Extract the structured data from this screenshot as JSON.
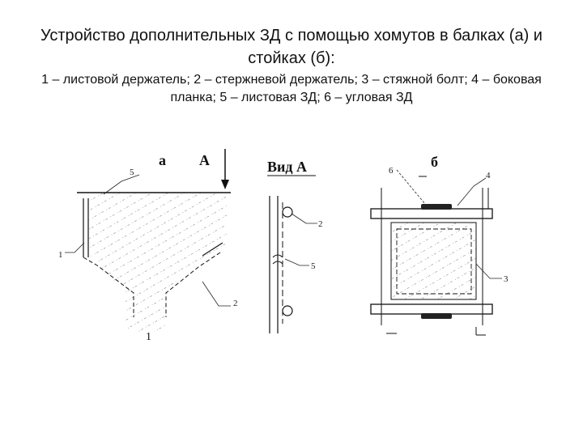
{
  "slide": {
    "title": "Устройство дополнительных ЗД с помощью хомутов в балках (а) и стойках (б):",
    "caption": "1 – листовой держатель; 2 – стержневой держатель; 3 – стяжной болт; 4 – боковая планка; 5 – листовая ЗД; 6 – угловая ЗД"
  },
  "drawing": {
    "view_a_label": "а",
    "arrow_label": "А",
    "view_A_title": "Вид А",
    "view_b_label": "б",
    "callouts": {
      "a_5": "5",
      "a_1": "1",
      "a_2": "2",
      "a_1_bottom": "1",
      "vid_2": "2",
      "vid_5": "5",
      "b_6": "6",
      "b_4": "4",
      "b_3": "3"
    }
  }
}
